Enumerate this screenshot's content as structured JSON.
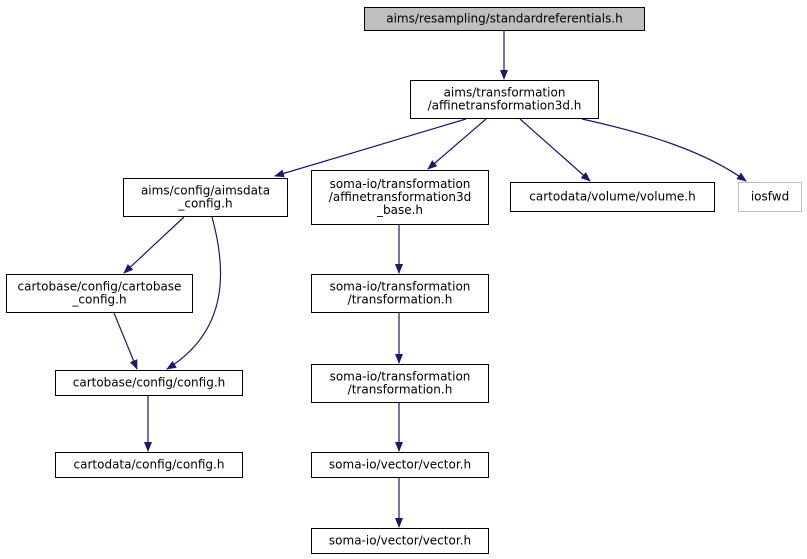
{
  "diagram": {
    "type": "include-dependency-graph",
    "colors": {
      "edge": "#191970",
      "root_fill": "#bfbfbf",
      "node_fill": "#ffffff",
      "node_stroke": "#000000",
      "external_stroke": "#bfbfbf"
    },
    "nodes": [
      {
        "id": "n0",
        "lines": [
          "aims/resampling/standardreferentials.h"
        ],
        "kind": "root"
      },
      {
        "id": "n1",
        "lines": [
          "aims/transformation",
          "/affinetransformation3d.h"
        ],
        "kind": "normal"
      },
      {
        "id": "n2",
        "lines": [
          "aims/config/aimsdata",
          "_config.h"
        ],
        "kind": "normal"
      },
      {
        "id": "n3",
        "lines": [
          "soma-io/transformation",
          "/affinetransformation3d",
          "_base.h"
        ],
        "kind": "normal"
      },
      {
        "id": "n4",
        "lines": [
          "cartodata/volume/volume.h"
        ],
        "kind": "normal"
      },
      {
        "id": "n5",
        "lines": [
          "iosfwd"
        ],
        "kind": "external"
      },
      {
        "id": "n6",
        "lines": [
          "cartobase/config/cartobase",
          "_config.h"
        ],
        "kind": "normal"
      },
      {
        "id": "n7",
        "lines": [
          "cartobase/config/config.h"
        ],
        "kind": "normal"
      },
      {
        "id": "n8",
        "lines": [
          "cartodata/config/config.h"
        ],
        "kind": "normal"
      },
      {
        "id": "n9",
        "lines": [
          "soma-io/transformation",
          "/transformation.h"
        ],
        "kind": "normal"
      },
      {
        "id": "n10",
        "lines": [
          "soma-io/transformation",
          "/transformation.h"
        ],
        "kind": "normal"
      },
      {
        "id": "n11",
        "lines": [
          "soma-io/vector/vector.h"
        ],
        "kind": "normal"
      },
      {
        "id": "n12",
        "lines": [
          "soma-io/vector/vector.h"
        ],
        "kind": "normal"
      }
    ],
    "edges": [
      {
        "from": "n0",
        "to": "n1"
      },
      {
        "from": "n1",
        "to": "n2"
      },
      {
        "from": "n1",
        "to": "n3"
      },
      {
        "from": "n1",
        "to": "n4"
      },
      {
        "from": "n1",
        "to": "n5"
      },
      {
        "from": "n2",
        "to": "n6"
      },
      {
        "from": "n2",
        "to": "n7"
      },
      {
        "from": "n6",
        "to": "n7"
      },
      {
        "from": "n7",
        "to": "n8"
      },
      {
        "from": "n3",
        "to": "n9"
      },
      {
        "from": "n9",
        "to": "n10"
      },
      {
        "from": "n10",
        "to": "n11"
      },
      {
        "from": "n11",
        "to": "n12"
      }
    ]
  }
}
